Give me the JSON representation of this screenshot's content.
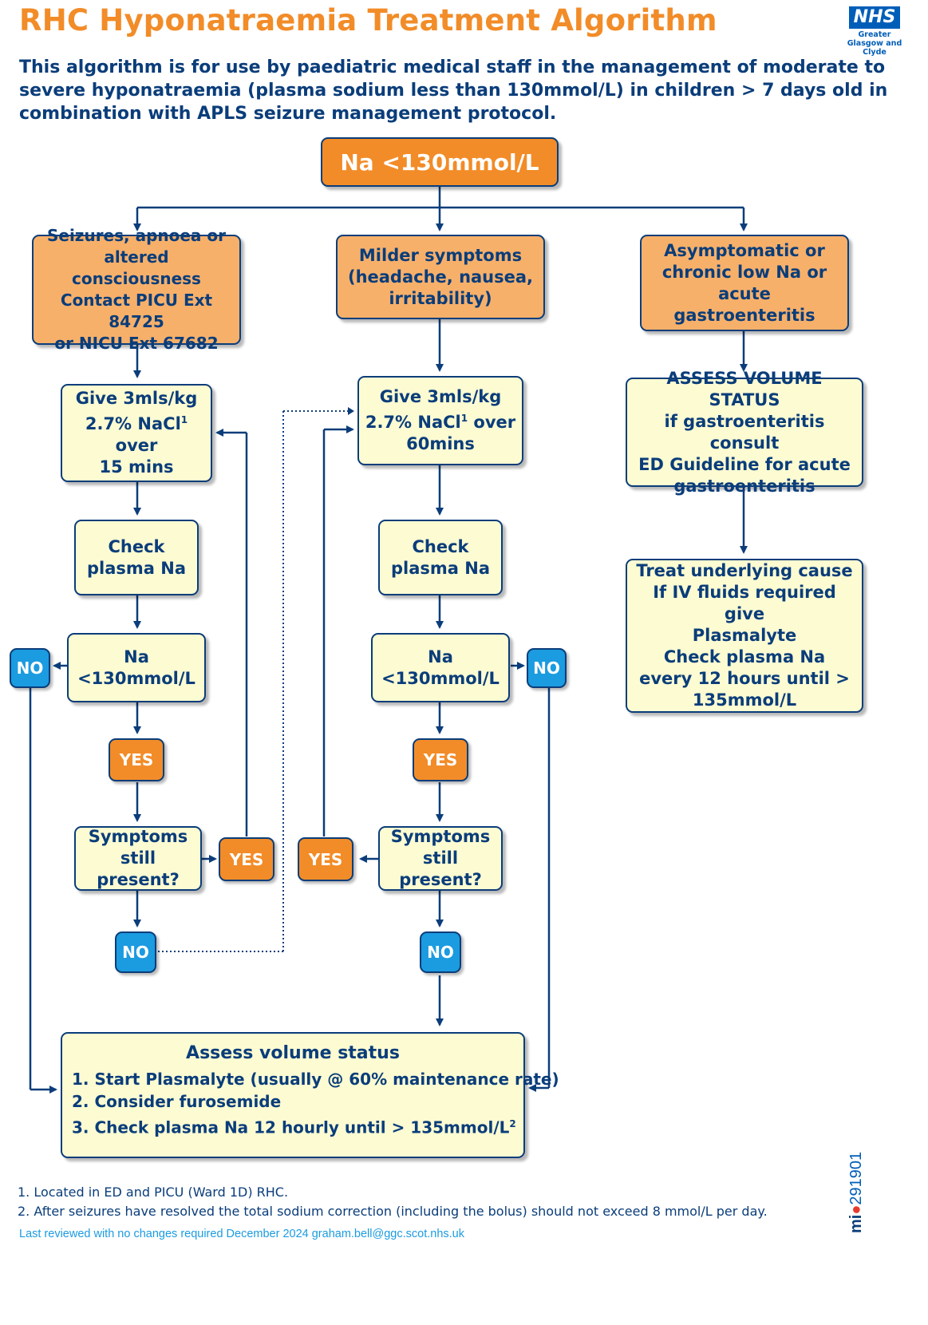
{
  "header": {
    "title": "RHC Hyponatraemia Treatment Algorithm",
    "intro": "This algorithm is for use by paediatric medical staff in the management of moderate to severe hyponatraemia (plasma sodium less than 130mmol/L) in children > 7 days old in combination with APLS seizure management protocol.",
    "logo_text": "NHS",
    "logo_sub": "Greater Glasgow and Clyde"
  },
  "start": "Na <130mmol/L",
  "left": {
    "category_lines": [
      "Seizures, apnoea or",
      "altered consciousness",
      "Contact PICU Ext 84725",
      "or NICU Ext 67682"
    ],
    "give_lines": [
      "Give 3mls/kg",
      "2.7% NaCl",
      " over",
      "15 mins"
    ],
    "give_sup": "1",
    "check_lines": [
      "Check",
      "plasma Na"
    ],
    "na_lines": [
      "Na",
      "<130mmol/L"
    ],
    "no_label": "NO",
    "yes_label": "YES",
    "symptoms_lines": [
      "Symptoms",
      "still present?"
    ],
    "yes2_label": "YES",
    "no2_label": "NO"
  },
  "middle": {
    "category_lines": [
      "Milder symptoms",
      "(headache, nausea,",
      "irritability)"
    ],
    "give_lines": [
      "Give 3mls/kg",
      "2.7% NaCl",
      " over",
      "60mins"
    ],
    "give_sup": "1",
    "check_lines": [
      "Check",
      "plasma Na"
    ],
    "na_lines": [
      "Na",
      "<130mmol/L"
    ],
    "no_label": "NO",
    "yes_label": "YES",
    "symptoms_lines": [
      "Symptoms",
      "still present?"
    ],
    "yes2_label": "YES",
    "no2_label": "NO"
  },
  "right": {
    "category_lines": [
      "Asymptomatic or",
      "chronic low Na or",
      "acute gastroenteritis"
    ],
    "assess_lines": [
      "ASSESS VOLUME STATUS",
      "if gastroenteritis consult",
      "ED Guideline for acute",
      "gastroenteritis"
    ],
    "treat_lines": [
      "Treat underlying cause",
      "If IV fluids required give",
      "Plasmalyte",
      "Check plasma Na",
      "every 12 hours until >",
      "135mmol/L"
    ]
  },
  "final": {
    "title": "Assess volume status",
    "items": [
      "1.  Start Plasmalyte (usually @ 60% maintenance rate)",
      "2.  Consider furosemide",
      "3.  Check plasma Na 12 hourly until > 135mmol/L"
    ],
    "item3_sup": "2"
  },
  "footnotes": [
    "1.  Located in ED and PICU (Ward 1D) RHC.",
    "2.  After seizures have resolved the total sodium correction (including the bolus) should not exceed 8 mmol/L per day."
  ],
  "reviewed": "Last reviewed with no changes required December 2024 graham.bell@ggc.scot.nhs.uk",
  "code": {
    "prefix": "mi",
    "number": "291901"
  },
  "colors": {
    "title_orange": "#f28c28",
    "navy": "#0a3d7a",
    "light_orange": "#f7b06a",
    "pale_yellow": "#fdfbd2",
    "no_blue": "#1b9be0"
  }
}
